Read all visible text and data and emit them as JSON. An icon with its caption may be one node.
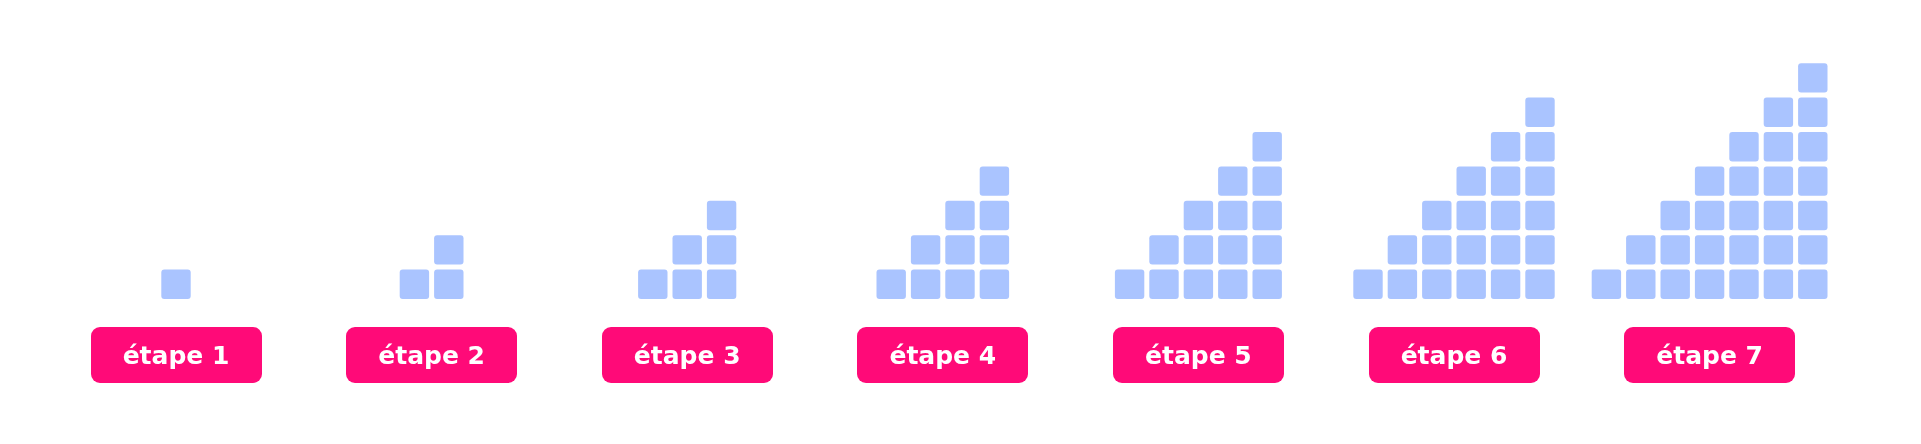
{
  "diagram": {
    "nodes": [
      {
        "text": [
          "étape 1"
        ]
      },
      {
        "text": [
          "étape 2"
        ]
      },
      {
        "text": [
          "étape 3"
        ]
      },
      {
        "text": [
          "étape 4"
        ]
      },
      {
        "text": [
          "étape 5"
        ]
      },
      {
        "text": [
          "étape 6"
        ]
      },
      {
        "text": [
          "étape 7"
        ]
      }
    ]
  }
}
